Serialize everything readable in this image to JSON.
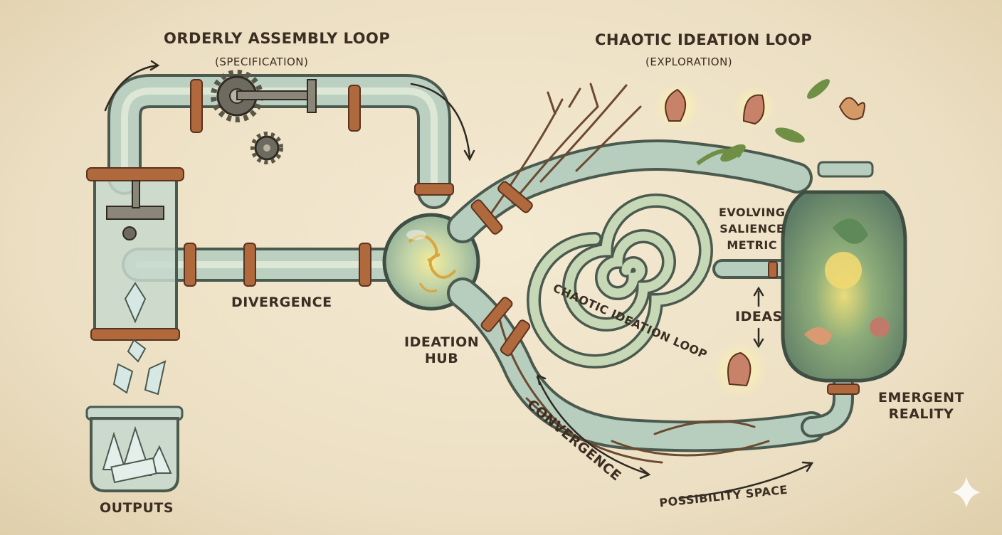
{
  "orderly_loop": {
    "title": "ORDERLY ASSEMBLY LOOP",
    "subtitle": "(SPECIFICATION)"
  },
  "chaotic_loop": {
    "title": "CHAOTIC IDEATION LOOP",
    "subtitle": "(EXPLORATION)",
    "spiral_label": "CHAOTIC IDEATION LOOP"
  },
  "labels": {
    "divergence": "DIVERGENCE",
    "hub_line1": "IDEATION",
    "hub_line2": "HUB",
    "salience_line1": "EVOLVING",
    "salience_line2": "SALIENCE",
    "salience_line3": "METRIC",
    "ideas": "IDEAS",
    "emergent_line1": "EMERGENT",
    "emergent_line2": "REALITY",
    "convergence": "CONVERGENCE",
    "possibility_space": "POSSIBILITY SPACE",
    "outputs": "OUTPUTS"
  },
  "colors": {
    "parchment": "#efe4cc",
    "ink": "#3b2e22",
    "glass": "#b7cdbd",
    "copper": "#b0683d",
    "glow": "#f1e27a",
    "root": "#6b4a30",
    "leaf": "#6f8f45",
    "flower": "#c8826a",
    "crystal": "#cfe3e0"
  }
}
